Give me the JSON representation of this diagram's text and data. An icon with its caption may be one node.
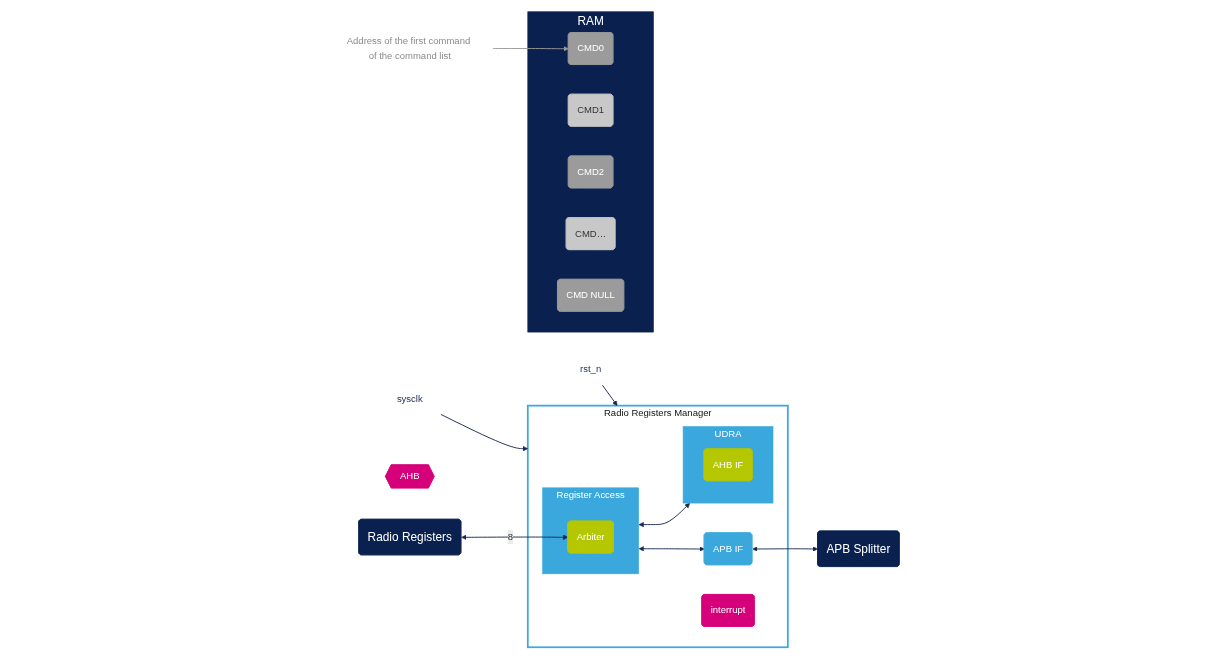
{
  "diagram": {
    "nodes": [
      {
        "text": [
          "Radio Registers"
        ]
      },
      {
        "text": [
          "sysclk"
        ]
      },
      {
        "text": [
          "rst_n"
        ]
      },
      {
        "text": [
          "Radio Registers Manager"
        ]
      },
      {
        "text": [
          "Register Access"
        ],
        "in": 3
      },
      {
        "text": [
          "Arbiter"
        ],
        "in": 4
      },
      {
        "text": [
          "UDRA"
        ],
        "in": 3
      },
      {
        "text": [
          "AHB IF"
        ],
        "in": 6
      },
      {
        "text": [
          "APB IF"
        ],
        "in": 3
      },
      {
        "text": [
          "interrupt"
        ],
        "in": 3
      },
      {
        "text": [
          "AHB"
        ]
      },
      {
        "text": [
          "RAM"
        ]
      },
      {
        "text": [
          "CMD0"
        ],
        "in": 11
      },
      {
        "text": [
          "CMD1"
        ],
        "in": 11
      },
      {
        "text": [
          "CMD2"
        ],
        "in": 11
      },
      {
        "text": [
          "CMD…"
        ],
        "in": 11
      },
      {
        "text": [
          "CMD NULL"
        ],
        "in": 11
      },
      {
        "text": [
          "Address of the first command of the command list"
        ]
      },
      {
        "text": [
          "APB Splitter"
        ]
      }
    ],
    "edges": [
      {
        "from": 0,
        "to": 5,
        "arrow": "both",
        "label": "8"
      },
      {
        "from": 1,
        "to": 3,
        "arrow": "to"
      },
      {
        "from": 2,
        "to": 3,
        "arrow": "to"
      },
      {
        "from": 4,
        "to": 6,
        "arrow": "both"
      },
      {
        "from": 4,
        "to": 8,
        "arrow": "both"
      },
      {
        "from": 8,
        "to": 18,
        "arrow": "both"
      },
      {
        "from": 17,
        "to": 12,
        "arrow": "to",
        "color": "#999999"
      }
    ]
  }
}
